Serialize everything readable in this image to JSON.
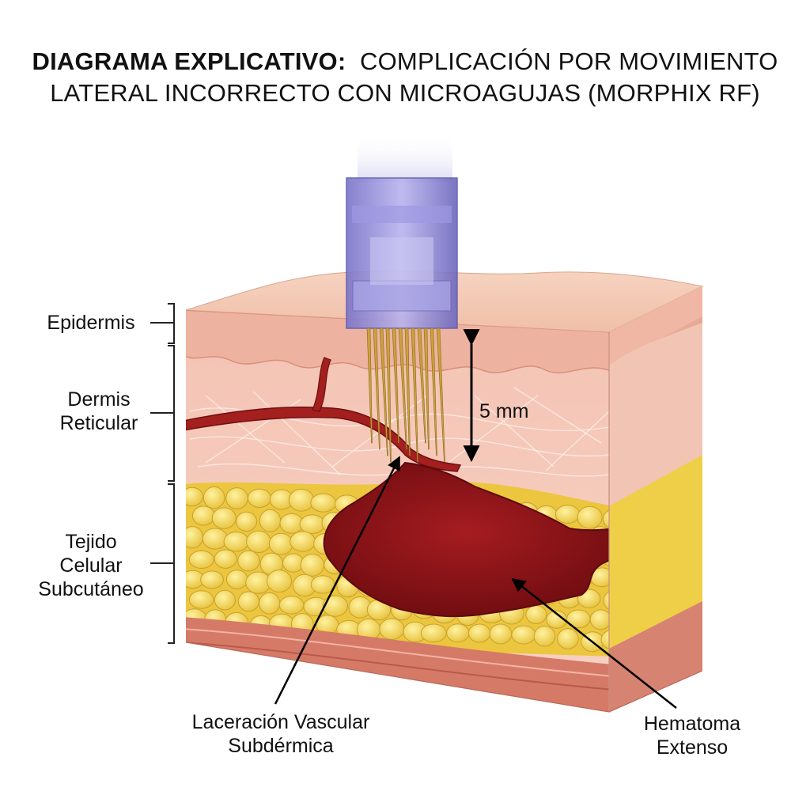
{
  "title": {
    "bold": "DIAGRAMA EXPLICATIVO:",
    "line1_rest": "COMPLICACIÓN POR MOVIMIENTO",
    "line2": "LATERAL INCORRECTO CON MICROAGUJAS (MORPHIX RF)"
  },
  "layers": {
    "epidermis": "Epidermis",
    "dermis_line1": "Dermis",
    "dermis_line2": "Reticular",
    "subcut_line1": "Tejido",
    "subcut_line2": "Celular",
    "subcut_line3": "Subcutáneo"
  },
  "measurement": "5 mm",
  "callouts": {
    "laceration_line1": "Laceración Vascular",
    "laceration_line2": "Subdérmica",
    "hematoma_line1": "Hematoma",
    "hematoma_line2": "Extenso"
  },
  "colors": {
    "epidermis": "#f2b9a6",
    "dermis": "#f6c9bb",
    "fat": "#f3d553",
    "blood": "#8e1418",
    "device": "#8c88d8",
    "needles": "#c9a23c"
  }
}
